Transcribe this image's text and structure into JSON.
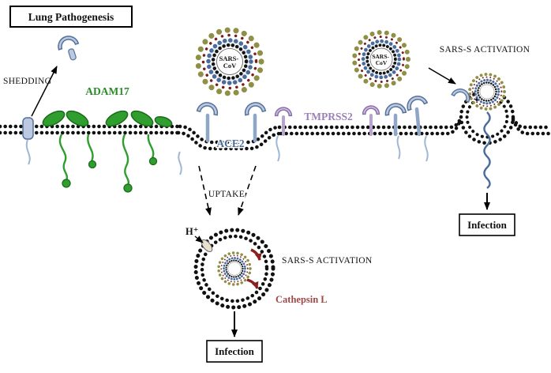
{
  "diagram_title": "Lung Pathogenesis",
  "labels": {
    "shedding": "SHEDDING",
    "adam17": "ADAM17",
    "ace2": "ACE2",
    "tmprss2": "TMPRSS2",
    "uptake": "UPTAKE",
    "h_plus": "H⁺",
    "sars_s_activation_surface": "SARS-S ACTIVATION",
    "sars_s_activation_endosome": "SARS-S ACTIVATION",
    "cathepsin_l": "Cathepsin L",
    "infection_surface": "Infection",
    "infection_endosome": "Infection"
  },
  "virus": {
    "name_line1": "SARS-",
    "name_line2": "CoV"
  },
  "colors": {
    "adam17_green": "#2f9e2f",
    "ace2_blue": "#4a6b9b",
    "tmprss2_purple": "#9b7fb8",
    "cathepsin_red": "#a04848",
    "spike_olive": "#8f8f45",
    "spike_red": "#7b1d1d",
    "membrane_black": "#111111"
  }
}
